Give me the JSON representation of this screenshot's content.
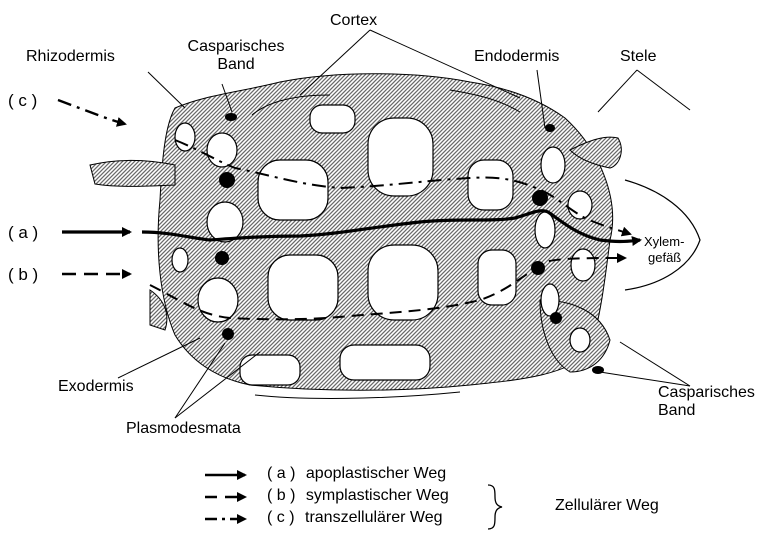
{
  "labels": {
    "cortex": "Cortex",
    "rhizodermis": "Rhizodermis",
    "casparisches_band_top_line1": "Casparisches",
    "casparisches_band_top_line2": "Band",
    "endodermis": "Endodermis",
    "stele": "Stele",
    "path_c": "( c )",
    "path_a": "( a )",
    "path_b": "( b )",
    "xylem_line1": "Xylem-",
    "xylem_line2": "gefäß",
    "exodermis": "Exodermis",
    "plasmodesmata": "Plasmodesmata",
    "casparisches_band_bottom_line1": "Casparisches",
    "casparisches_band_bottom_line2": "Band"
  },
  "legend": {
    "items": [
      {
        "letter": "( a )",
        "text": "apoplastischer Weg",
        "style": "solid"
      },
      {
        "letter": "( b )",
        "text": "symplastischer Weg",
        "style": "dashed"
      },
      {
        "letter": "( c )",
        "text": "transzellulärer Weg",
        "style": "dashdot"
      }
    ],
    "group_label": "Zellulärer Weg"
  },
  "colors": {
    "ink": "#000000",
    "wall_hatch": "#8a8a8a",
    "background": "#ffffff"
  }
}
